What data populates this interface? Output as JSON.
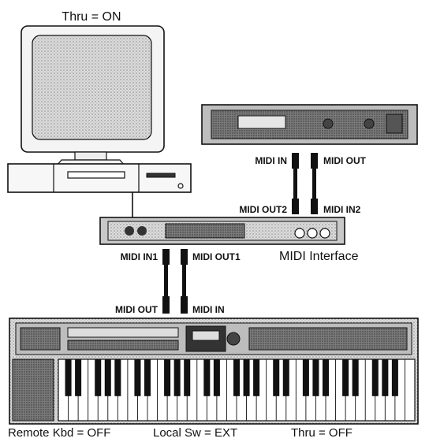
{
  "computer": {
    "setting": "Thru = ON"
  },
  "sound_module": {
    "port_in": "MIDI IN",
    "port_out": "MIDI OUT"
  },
  "midi_interface": {
    "name": "MIDI Interface",
    "port_out2": "MIDI OUT2",
    "port_in2": "MIDI IN2",
    "port_in1": "MIDI IN1",
    "port_out1": "MIDI OUT1"
  },
  "keyboard": {
    "port_out": "MIDI OUT",
    "port_in": "MIDI IN",
    "settings": {
      "remote_kbd": "Remote Kbd = OFF",
      "local_sw": "Local Sw = EXT",
      "thru": "Thru = OFF"
    }
  }
}
